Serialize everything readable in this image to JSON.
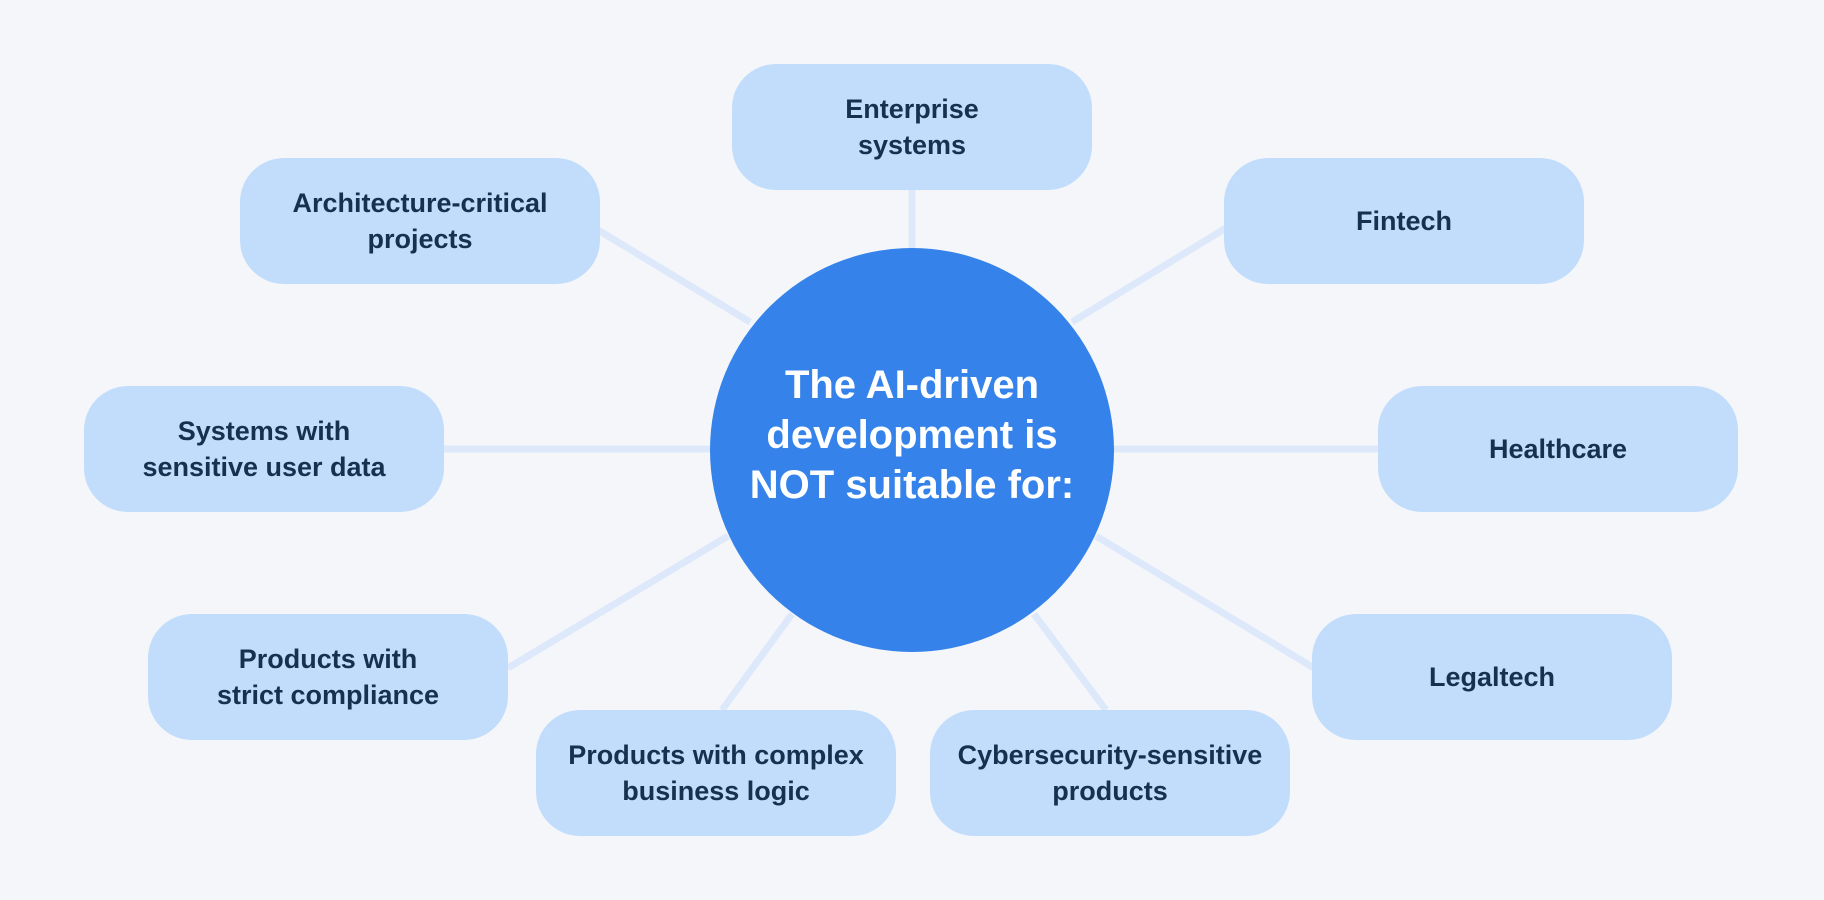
{
  "hub": {
    "label": "The AI-driven\ndevelopment is\nNOT suitable for:"
  },
  "nodes": {
    "enterprise": "Enterprise\nsystems",
    "architecture": "Architecture-critical\nprojects",
    "fintech": "Fintech",
    "systems_sensitive": "Systems with\nsensitive user data",
    "healthcare": "Healthcare",
    "compliance": "Products with\nstrict compliance",
    "legaltech": "Legaltech",
    "complex_logic": "Products with complex\nbusiness logic",
    "cybersecurity": "Cybersecurity-sensitive\nproducts"
  },
  "colors": {
    "background": "#f4f6fa",
    "hub": "#3583ea",
    "node": "#c2ddfc",
    "connector": "#dde9fb",
    "node_text": "#16304f",
    "hub_text": "#ffffff"
  }
}
